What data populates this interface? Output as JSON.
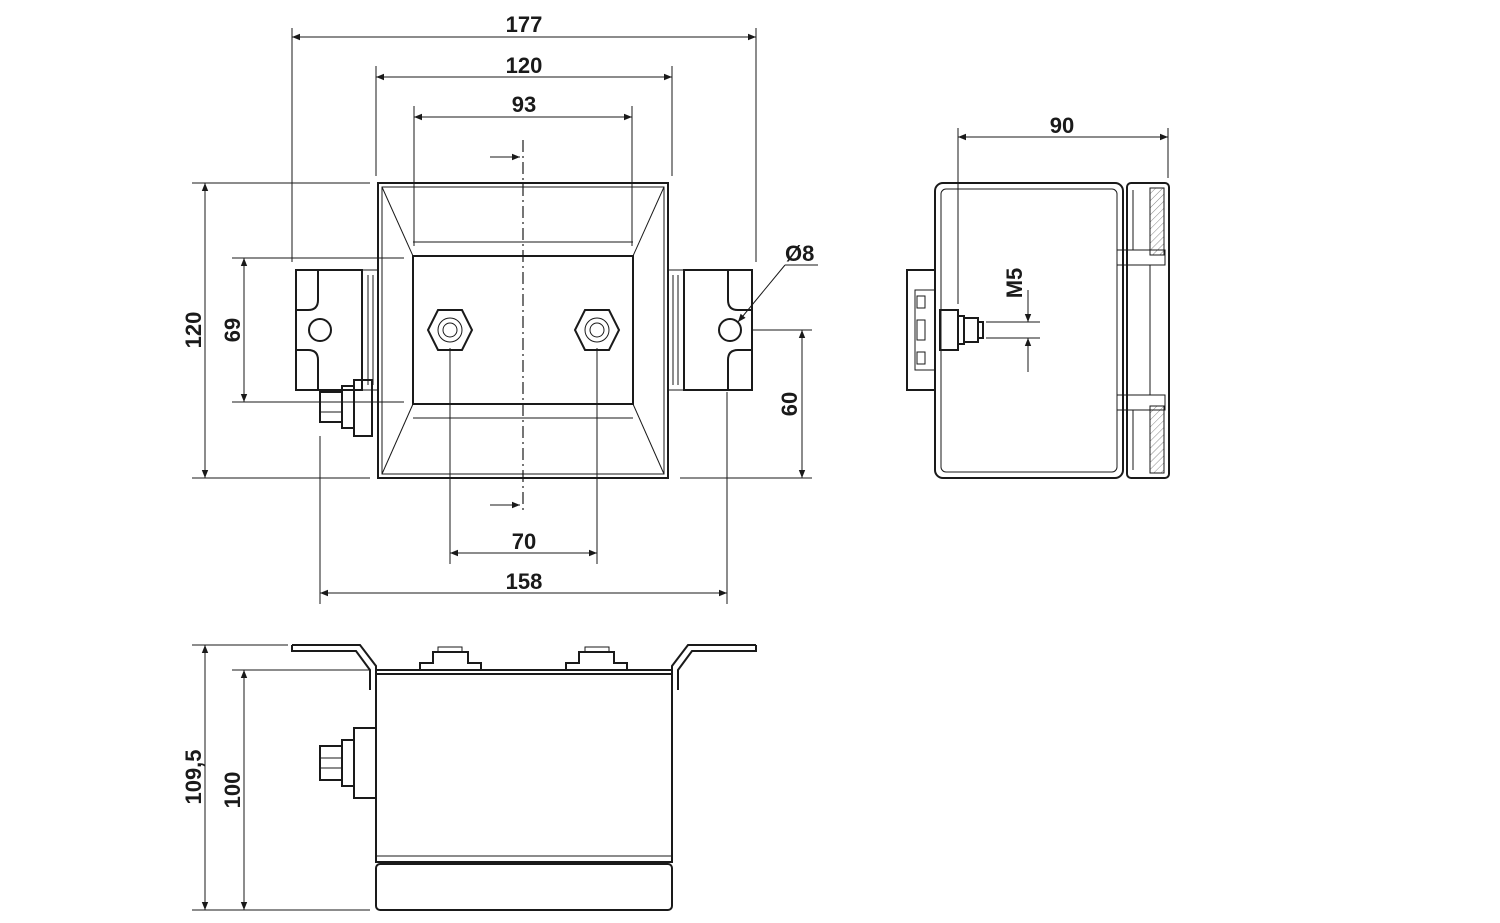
{
  "front_view": {
    "dim_177": "177",
    "dim_120_top": "120",
    "dim_93": "93",
    "dim_diameter": "Ø8",
    "dim_120_left": "120",
    "dim_69": "69",
    "dim_60": "60",
    "dim_70": "70",
    "dim_158": "158"
  },
  "side_view": {
    "dim_90": "90",
    "dim_thread": "M5"
  },
  "bottom_view": {
    "dim_109_5": "109,5",
    "dim_100": "100"
  }
}
